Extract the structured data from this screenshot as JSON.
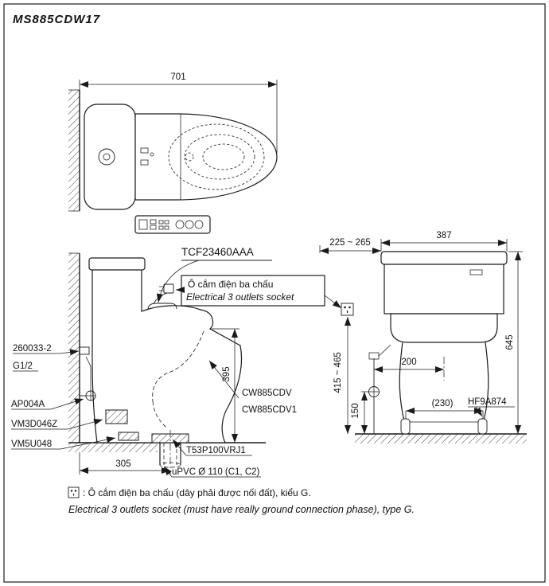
{
  "title": "MS885CDW17",
  "colors": {
    "line": "#1a1a1a",
    "background": "#ffffff"
  },
  "top_view": {
    "name": "plan view",
    "dim_overall_length": "701"
  },
  "side_view": {
    "name": "side elevation",
    "washlet_model": "TCF23460AAA",
    "socket_note": {
      "vi": "Ô cắm điện ba chấu",
      "en": "Electrical 3 outlets socket"
    },
    "left_parts": [
      {
        "label": "260033-2"
      },
      {
        "label": "G1/2"
      },
      {
        "label": "AP004A"
      },
      {
        "label": "VM3D046Z"
      },
      {
        "label": "VM5U048"
      }
    ],
    "bowl_models": [
      "CW885CDV",
      "CW885CDV1"
    ],
    "flange_model": "T53P100VRJ1",
    "drain_pipe": "uPVC Ø 110 (C1, C2)",
    "dim_drain_set_out": "305",
    "dim_rim_height": "395"
  },
  "front_view": {
    "name": "front elevation",
    "dim_socket_side_offset": "225 ~ 265",
    "dim_tank_width": "387",
    "dim_overall_height": "645",
    "dim_socket_height": "415 ~ 465",
    "dim_valve_height": "150",
    "dim_supply_offset": "200",
    "dim_bolt_spacing": "(230)",
    "bolt_cap_model": "HF9A874"
  },
  "footnote": {
    "vi": ": Ô cắm điện ba chấu (dây phải được nối đất), kiểu G.",
    "en": "Electrical 3 outlets socket (must have really ground connection phase), type G."
  }
}
